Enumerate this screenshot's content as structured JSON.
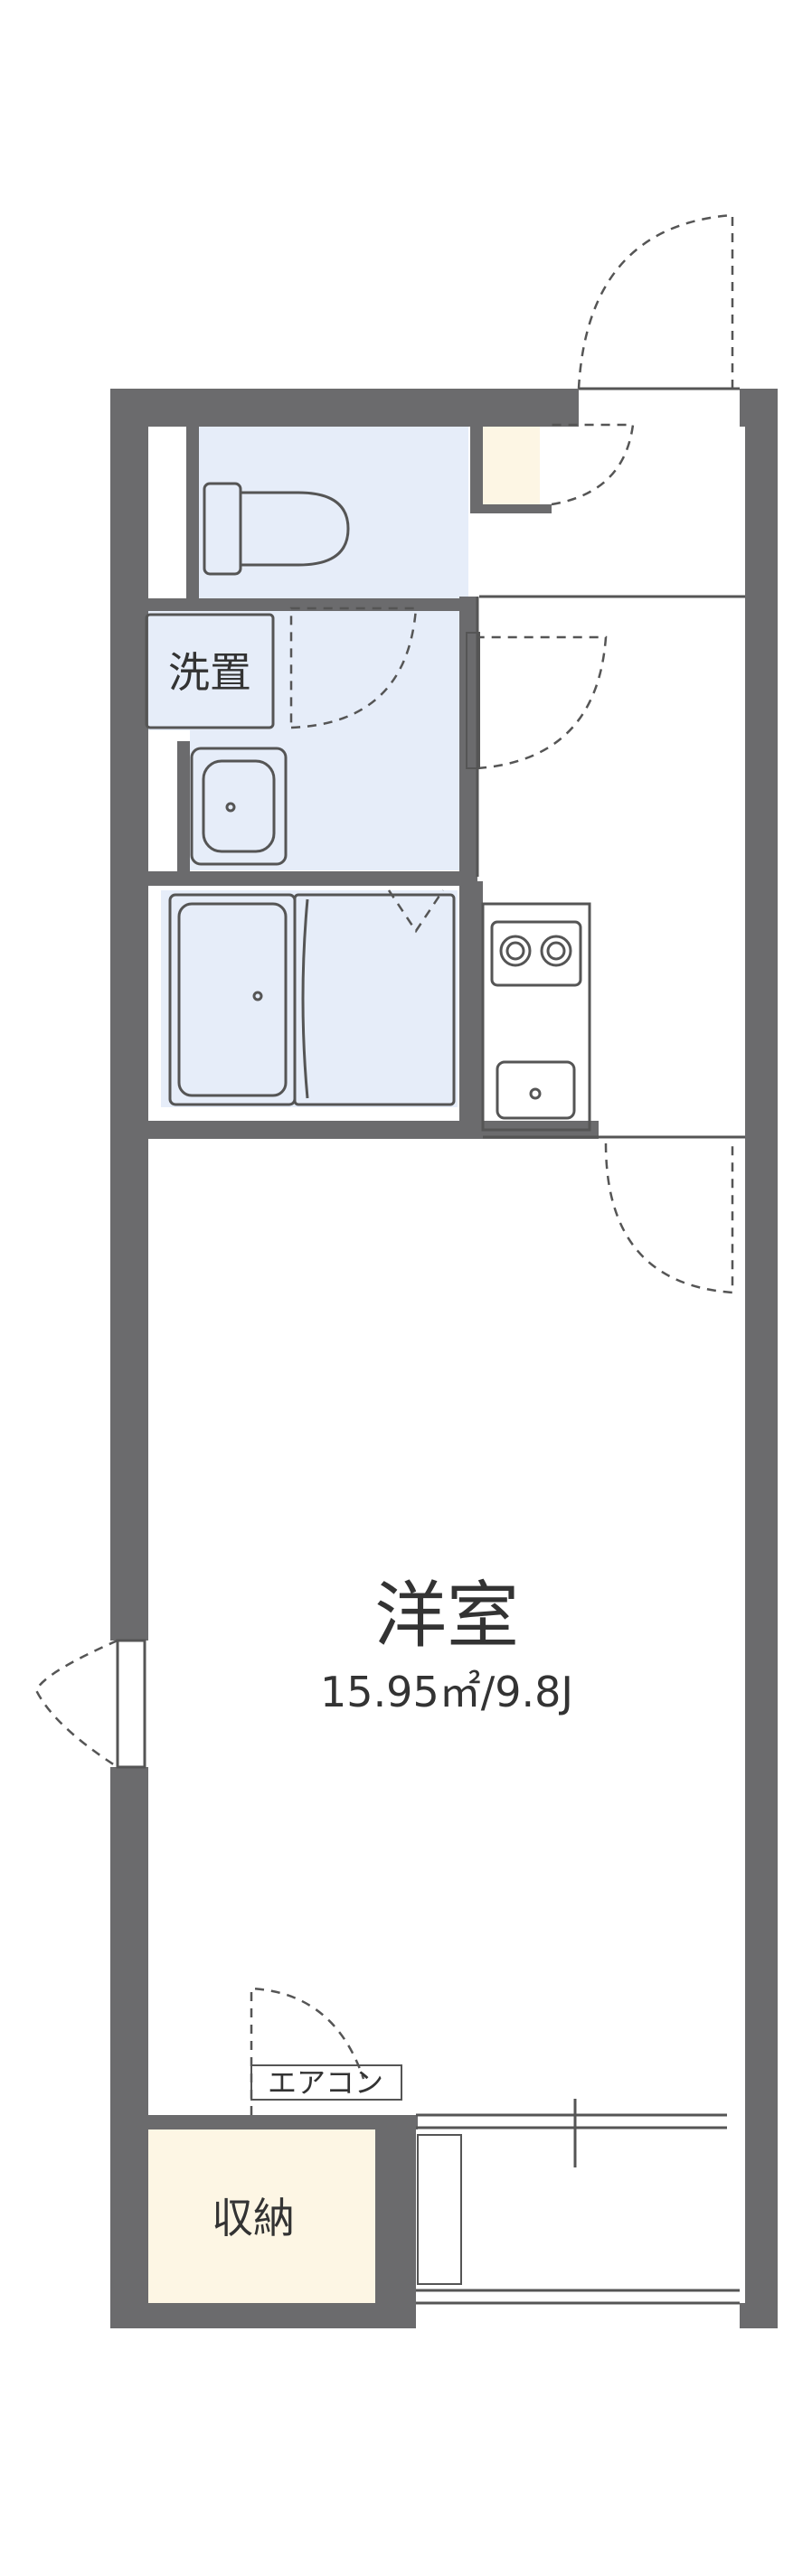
{
  "rooms": {
    "western_room": {
      "label": "洋室",
      "area": "15.95㎡/9.8J"
    },
    "laundry": {
      "label": "洗置"
    },
    "storage": {
      "label": "収納"
    },
    "air_conditioner": {
      "label": "エアコン"
    }
  },
  "colors": {
    "wall": "#6b6b6d",
    "wet_area": "#e6edf9",
    "storage": "#fdf6e4",
    "fixture_stroke": "#555555",
    "dashed": "#555555"
  }
}
